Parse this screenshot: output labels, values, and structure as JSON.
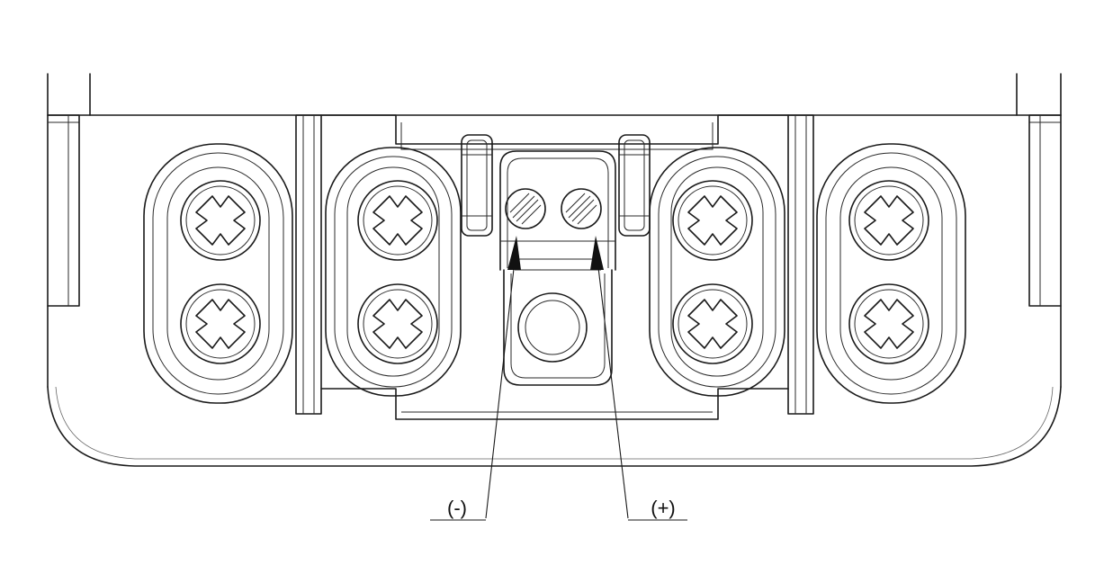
{
  "diagram": {
    "callouts": {
      "negative": "(-)",
      "positive": "(+)"
    },
    "components": [
      "housing-outline",
      "left-outer-screw-pocket",
      "left-inner-screw-pocket",
      "center-terminal-block",
      "right-inner-screw-pocket",
      "right-outer-screw-pocket"
    ]
  }
}
